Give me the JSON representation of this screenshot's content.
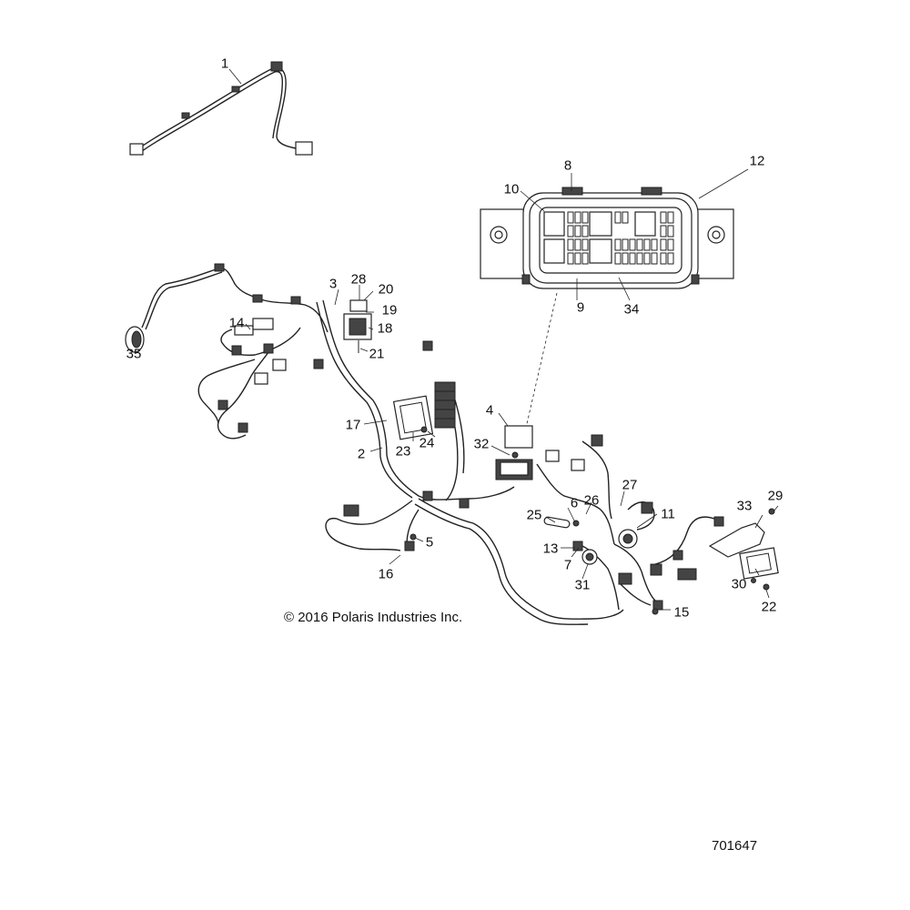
{
  "callouts": [
    {
      "id": "c1",
      "text": "1"
    },
    {
      "id": "c2",
      "text": "2"
    },
    {
      "id": "c3",
      "text": "3"
    },
    {
      "id": "c4",
      "text": "4"
    },
    {
      "id": "c5",
      "text": "5"
    },
    {
      "id": "c6",
      "text": "6"
    },
    {
      "id": "c7",
      "text": "7"
    },
    {
      "id": "c8",
      "text": "8"
    },
    {
      "id": "c9",
      "text": "9"
    },
    {
      "id": "c10",
      "text": "10"
    },
    {
      "id": "c11",
      "text": "11"
    },
    {
      "id": "c12",
      "text": "12"
    },
    {
      "id": "c13",
      "text": "13"
    },
    {
      "id": "c14",
      "text": "14"
    },
    {
      "id": "c15",
      "text": "15"
    },
    {
      "id": "c16",
      "text": "16"
    },
    {
      "id": "c17",
      "text": "17"
    },
    {
      "id": "c18",
      "text": "18"
    },
    {
      "id": "c19",
      "text": "19"
    },
    {
      "id": "c20",
      "text": "20"
    },
    {
      "id": "c21",
      "text": "21"
    },
    {
      "id": "c22",
      "text": "22"
    },
    {
      "id": "c23",
      "text": "23"
    },
    {
      "id": "c24",
      "text": "24"
    },
    {
      "id": "c25",
      "text": "25"
    },
    {
      "id": "c26",
      "text": "26"
    },
    {
      "id": "c27",
      "text": "27"
    },
    {
      "id": "c28",
      "text": "28"
    },
    {
      "id": "c29",
      "text": "29"
    },
    {
      "id": "c30",
      "text": "30"
    },
    {
      "id": "c31",
      "text": "31"
    },
    {
      "id": "c32",
      "text": "32"
    },
    {
      "id": "c33",
      "text": "33"
    },
    {
      "id": "c34",
      "text": "34"
    },
    {
      "id": "c35",
      "text": "35"
    }
  ],
  "copyright": "© 2016 Polaris Industries Inc.",
  "figure_number": "701647"
}
